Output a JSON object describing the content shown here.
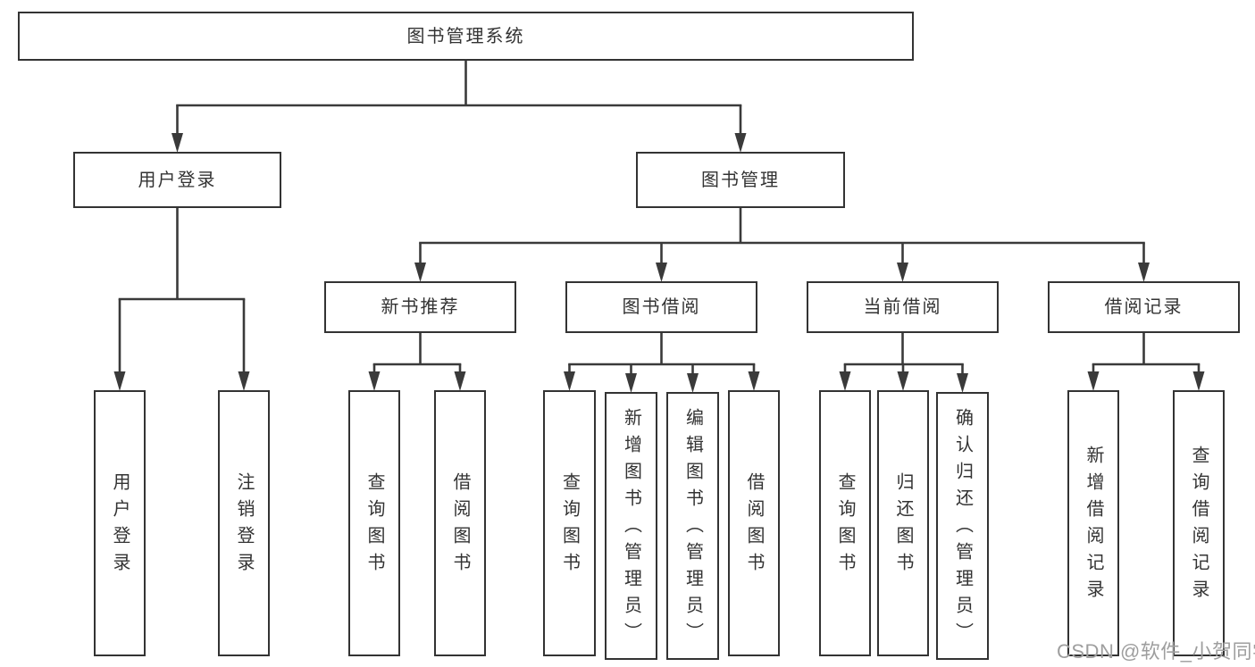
{
  "diagram": {
    "watermark": "CSDN @软件_小贺同学",
    "colors": {
      "line": "#3a3a3a",
      "box_border": "#333333",
      "box_background": "#ffffff",
      "text": "#333333",
      "watermark": "#9e9e9e",
      "background": "#ffffff"
    },
    "tree": {
      "id": "root",
      "label": "图书管理系统",
      "children": [
        {
          "id": "user-login",
          "label": "用户登录",
          "children": [
            {
              "id": "login",
              "label": "用户登录",
              "vertical": true
            },
            {
              "id": "logout",
              "label": "注销登录",
              "vertical": true
            }
          ]
        },
        {
          "id": "book-mgmt",
          "label": "图书管理",
          "children": [
            {
              "id": "new-book-rec",
              "label": "新书推荐",
              "children": [
                {
                  "id": "nbr-query",
                  "label": "查询图书",
                  "vertical": true
                },
                {
                  "id": "nbr-borrow",
                  "label": "借阅图书",
                  "vertical": true
                }
              ]
            },
            {
              "id": "book-borrow",
              "label": "图书借阅",
              "children": [
                {
                  "id": "bb-query",
                  "label": "查询图书",
                  "vertical": true
                },
                {
                  "id": "bb-add",
                  "label": "新增图书（管理员）",
                  "vertical": true
                },
                {
                  "id": "bb-edit",
                  "label": "编辑图书（管理员）",
                  "vertical": true
                },
                {
                  "id": "bb-borrow",
                  "label": "借阅图书",
                  "vertical": true
                }
              ]
            },
            {
              "id": "current-borrow",
              "label": "当前借阅",
              "children": [
                {
                  "id": "cb-query",
                  "label": "查询图书",
                  "vertical": true
                },
                {
                  "id": "cb-return",
                  "label": "归还图书",
                  "vertical": true
                },
                {
                  "id": "cb-confirm",
                  "label": "确认归还（管理员）",
                  "vertical": true
                }
              ]
            },
            {
              "id": "borrow-record",
              "label": "借阅记录",
              "children": [
                {
                  "id": "br-add",
                  "label": "新增借阅记录",
                  "vertical": true
                },
                {
                  "id": "br-query",
                  "label": "查询借阅记录",
                  "vertical": true
                }
              ]
            }
          ]
        }
      ]
    }
  }
}
